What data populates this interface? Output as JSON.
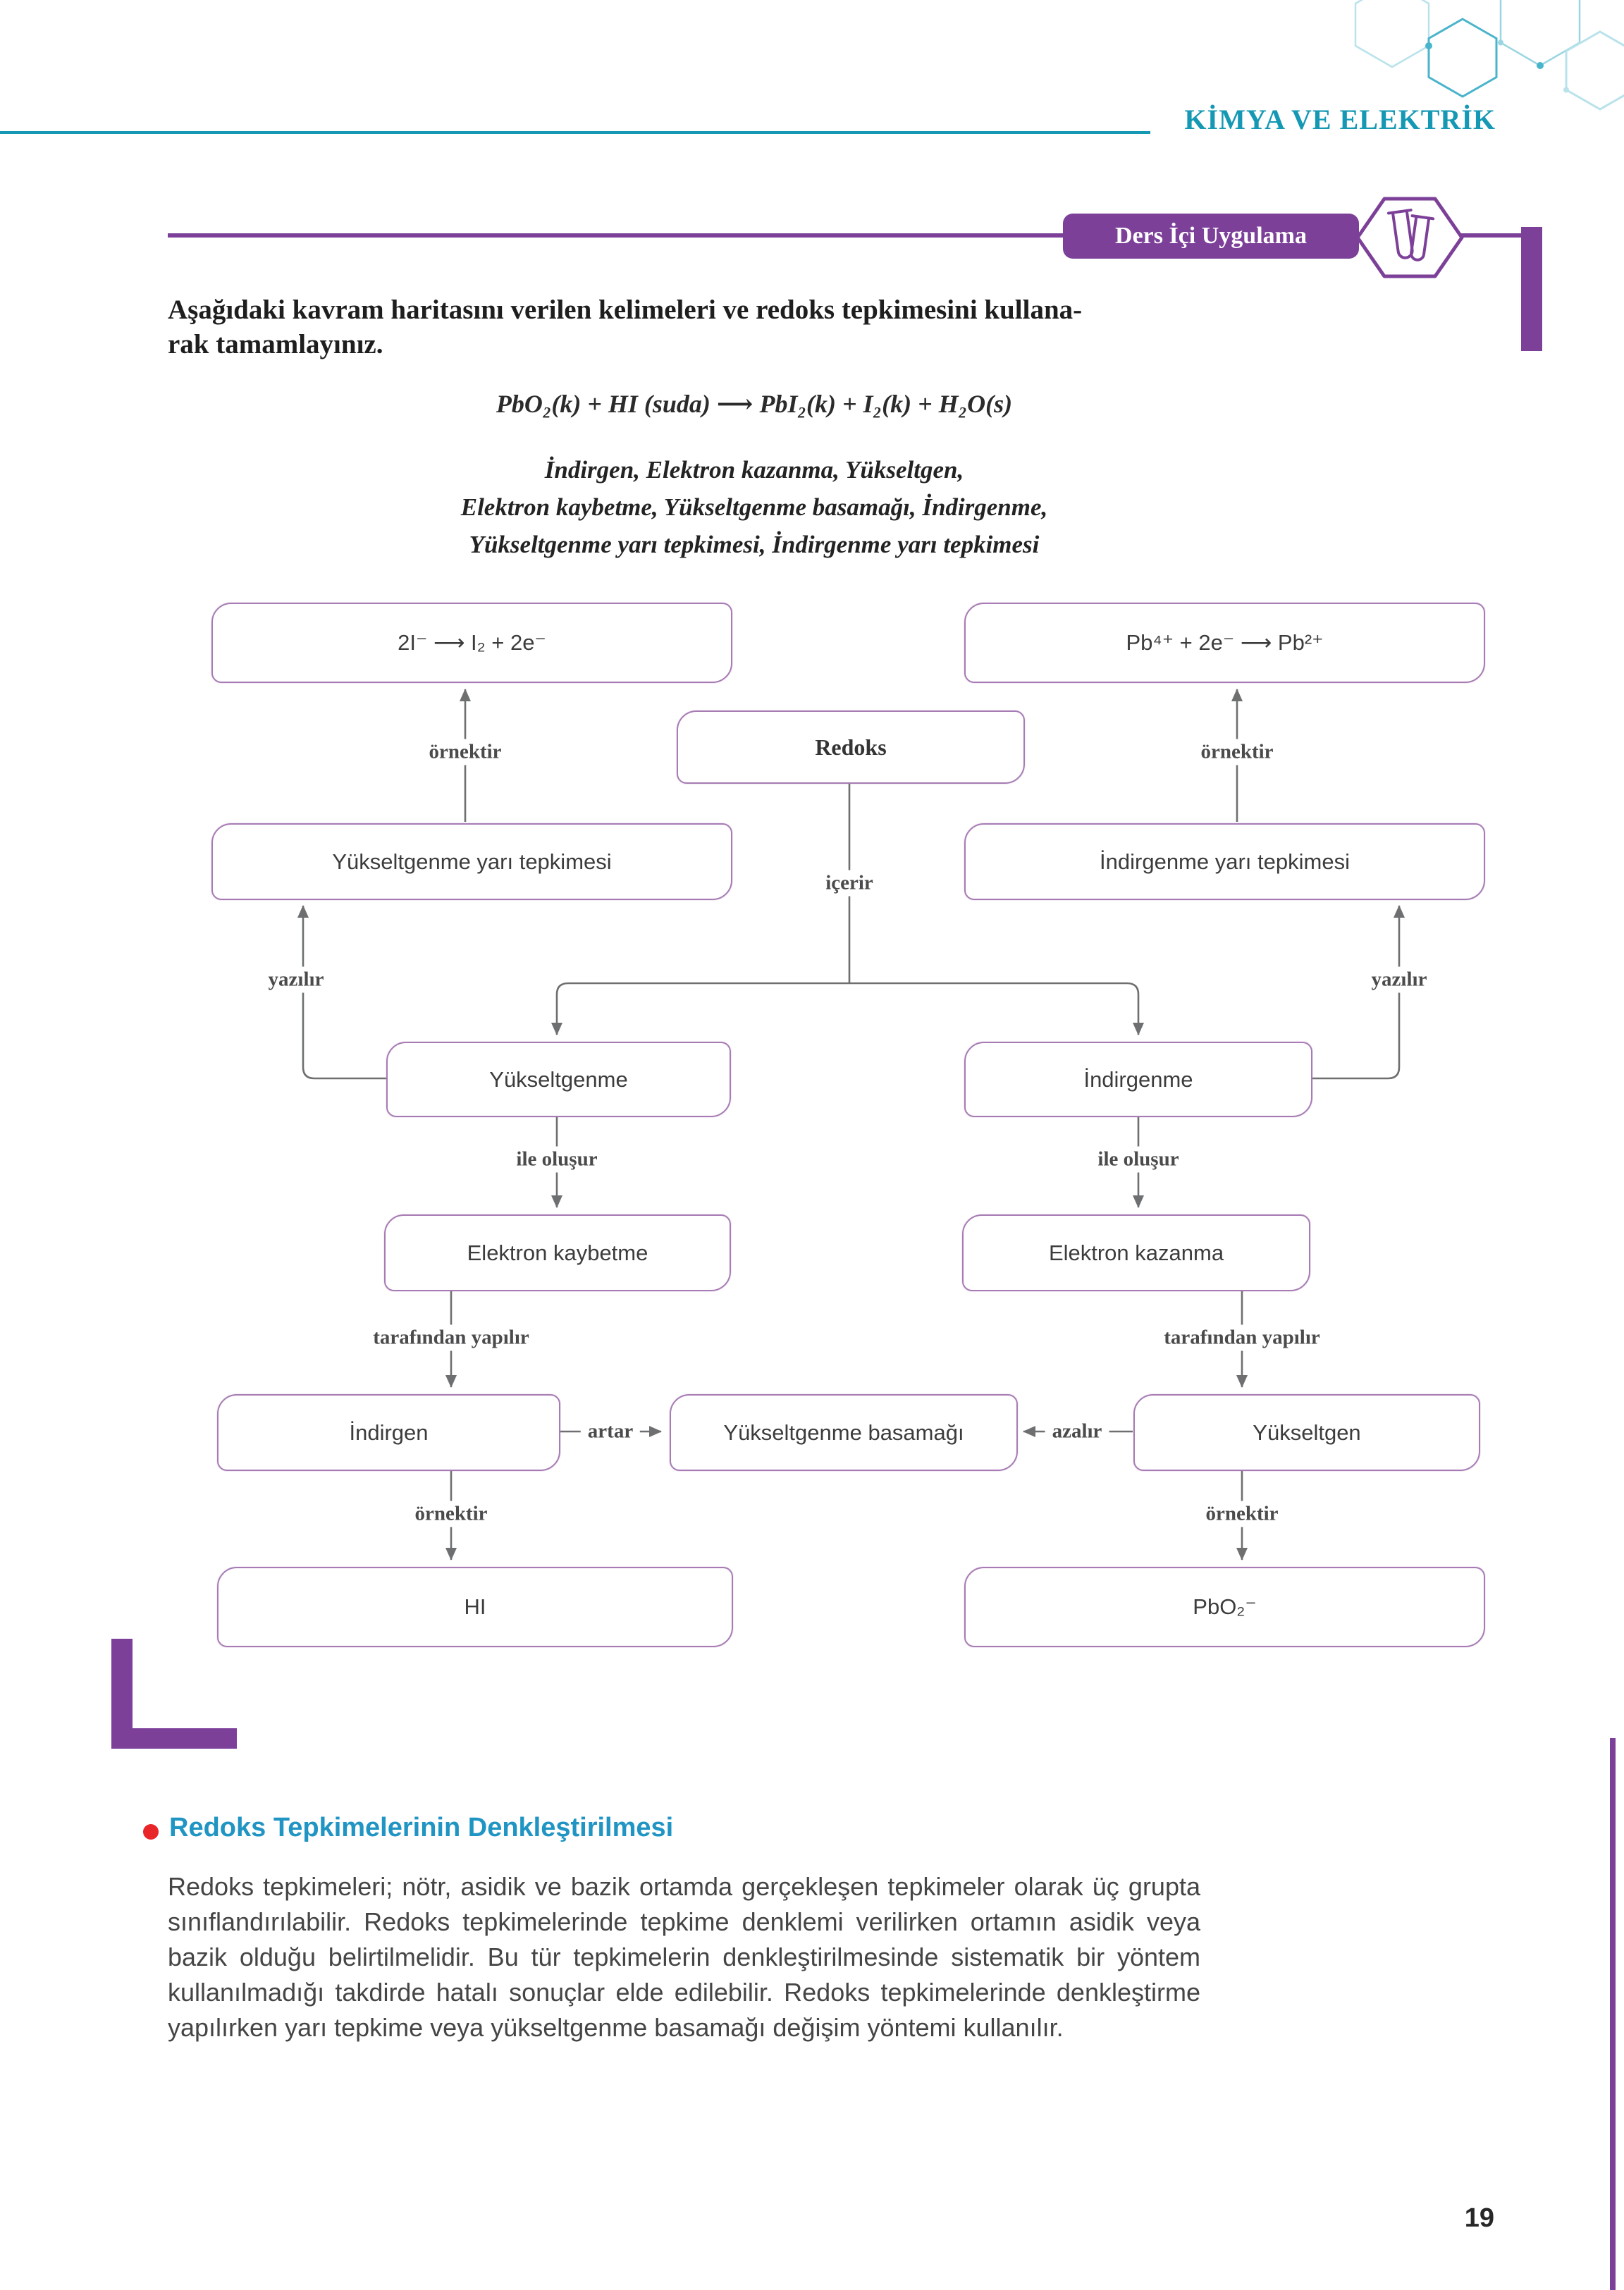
{
  "header": {
    "title": "KİMYA VE ELEKTRİK"
  },
  "banner": {
    "label": "Ders İçi Uygulama"
  },
  "activity": {
    "instruction_lines": [
      "Aşağıdaki kavram haritasını verilen kelimeleri ve redoks tepkimesini kullana-",
      "rak tamamlayınız."
    ],
    "equation": "PbO₂(k) + HI (suda) ⟶ PbI₂(k) + I₂(k) +  H₂O(s)",
    "word_lines": [
      "İndirgen, Elektron kazanma, Yükseltgen,",
      "Elektron kaybetme, Yükseltgenme basamağı, İndirgenme,",
      "Yükseltgenme yarı tepkimesi, İndirgenme yarı tepkimesi"
    ]
  },
  "diagram": {
    "nodes": {
      "example_left": "2I⁻ ⟶ I₂ + 2e⁻",
      "example_right": "Pb⁴⁺ + 2e⁻ ⟶ Pb²⁺",
      "redoks": "Redoks",
      "oxidation_half": "Yükseltgenme yarı tepkimesi",
      "reduction_half": "İndirgenme yarı tepkimesi",
      "oxidation": "Yükseltgenme",
      "reduction": "İndirgenme",
      "electron_loss": "Elektron kaybetme",
      "electron_gain": "Elektron kazanma",
      "reducing_agent": "İndirgen",
      "oxidation_state": "Yükseltgenme basamağı",
      "oxidizing_agent": "Yükseltgen",
      "hi": "HI",
      "pbo2": "PbO₂⁻"
    },
    "labels": {
      "ornektir_tl": "örnektir",
      "ornektir_tr": "örnektir",
      "icerir": "içerir",
      "yazilir_l": "yazılır",
      "yazilir_r": "yazılır",
      "ile_olusur_l": "ile oluşur",
      "ile_olusur_r": "ile oluşur",
      "tarafindan_l": "tarafından yapılır",
      "tarafindan_r": "tarafından yapılır",
      "artar": "artar",
      "azalir": "azalır",
      "ornektir_bl": "örnektir",
      "ornektir_br": "örnektir"
    }
  },
  "section": {
    "heading": "Redoks Tepkimelerinin Denkleştirilmesi",
    "paragraph": "Redoks tepkimeleri; nötr, asidik ve bazik ortamda gerçekleşen tepkimeler olarak üç grupta sınıflandırılabilir. Redoks tepkimelerinde tepkime denklemi verilirken ortamın asidik veya bazik olduğu belirtilmelidir. Bu tür tepkimelerin denkleştirilmesinde sistematik bir yöntem kullanılmadığı takdirde hatalı sonuçlar elde edilebilir. Redoks tepkimelerinde denkleştirme yapılırken yarı tepkime veya yükseltgenme basamağı değişim yöntemi kullanılır."
  },
  "page": {
    "number": "19"
  },
  "colors": {
    "teal": "#1598b4",
    "purple": "#7c4099",
    "box_border": "#a77cb4",
    "heading_blue": "#2095c3",
    "bullet_red": "#e8262a",
    "arrow_gray": "#6e6f71"
  }
}
